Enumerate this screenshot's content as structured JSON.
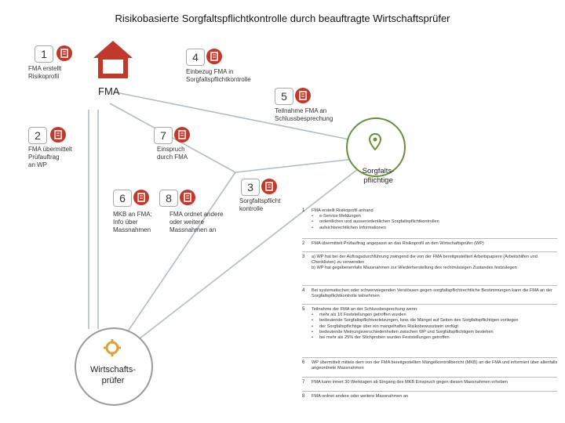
{
  "title": "Risikobasierte Sorgfaltspflichtkontrolle durch beauftragte Wirtschaftsprüfer",
  "nodes": {
    "fma": "FMA",
    "wp": "Wirtschafts-\nprüfer",
    "sp": "Sorgfalts-\npflichtige"
  },
  "steps": [
    {
      "n": "1",
      "label": "FMA erstellt\nRisikoprofil",
      "icon": "building-icon"
    },
    {
      "n": "4",
      "label": "Einbezug FMA in\nSorgfaltspflichtkontrolle",
      "icon": "network-icon"
    },
    {
      "n": "5",
      "label": "Teilnahme FMA an\nSchlussbesprechung",
      "icon": "network-icon"
    },
    {
      "n": "2",
      "label": "FMA übermittelt\nPrüfauftrag\nan WP",
      "icon": "document-icon"
    },
    {
      "n": "7",
      "label": "Einspruch\ndurch FMA",
      "icon": "network-icon"
    },
    {
      "n": "3",
      "label": "Sorgfaltspflicht\nkontrolle",
      "icon": "document-icon"
    },
    {
      "n": "6",
      "label": "MKB an FMA;\nInfo über\nMassnahmen",
      "icon": "document-icon"
    },
    {
      "n": "8",
      "label": "FMA ordnet andere\noder weitere\nMassnahmen an",
      "icon": "network-icon"
    }
  ],
  "details": [
    {
      "n": "1",
      "text": "FMA erstellt Risikoprofil anhand",
      "bullets": [
        "e-Service Meldungen",
        "ordentlichen und ausserordentlichen Sorgfaltspflichtkontrollen",
        "aufsichtsrechtlichen Informationen"
      ]
    },
    {
      "n": "2",
      "text": "FMA übermittelt Prüfauftrag angepasst an das Risikoprofil an den Wirtschaftsprüfer (WP)",
      "bullets": []
    },
    {
      "n": "3",
      "text": "a) WP hat bei der Auftragsdurchführung zwingend die von der FMA bereitgestellten Arbeitspapiere (Arbeitshilfen und Checklisten) zu verwenden\nb) WP hat gegebenenfalls Massnahmen zur Wiederherstellung des rechtmässigen Zustandes festzulegen",
      "bullets": []
    },
    {
      "n": "4",
      "text": "Bei systematischen oder schwerwiegenden Verstössen gegen sorgfaltspflichtrechtliche Bestimmungen kann die FMA an der Sorgfaltspflichtkontrolle teilnehmen",
      "bullets": []
    },
    {
      "n": "5",
      "text": "Teilnahme der FMA an der Schlussbesprechung wenn:",
      "bullets": [
        "mehr als 10 Feststellungen getroffen wurden",
        "bedeutende Sorgfaltspflichtverletzungen, bzw. die Mängel auf Seiten des Sorgfaltspflichtigen vorliegen",
        "der Sorgfaltspflichtige über ein mangelhaftes Risikobewusstsein verfügt",
        "bedeutende Meinungsverschiedenheiten zwischen WP und Sorgfaltspflichtigem bestehen",
        "bei mehr als 25% der Stichproben wurden Feststellungen getroffen"
      ]
    },
    {
      "n": "6",
      "text": "WP übermittelt mittels dem von der FMA bereitgestellten Mängelkontrollbericht (MKB) an die FMA und informiert über allenfalls angeordnete Massnahmen",
      "bullets": []
    },
    {
      "n": "7",
      "text": "FMA kann innert 30 Werktagen ab Eingang des MKB Einspruch gegen diesen Massnahmen erheben",
      "bullets": []
    },
    {
      "n": "8",
      "text": "FMA ordnet andere oder weitere Massnahmen an",
      "bullets": []
    }
  ],
  "colors": {
    "red": "#c0392b",
    "green": "#6a8f3a",
    "line": "#b0bcc8",
    "gray": "#9a9a9a",
    "gear": "#e0a030"
  }
}
